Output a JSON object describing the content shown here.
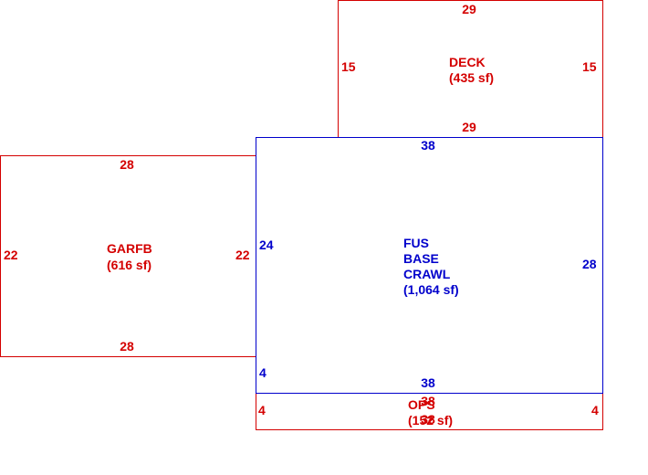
{
  "colors": {
    "exterior": "#d40000",
    "living": "#0000cc"
  },
  "areas": {
    "deck": {
      "name": "DECK",
      "area": "(435 sf)",
      "dims": {
        "top": "29",
        "bottom": "29",
        "left": "15",
        "right": "15"
      }
    },
    "garage": {
      "name": "GARFB",
      "area": "(616 sf)",
      "dims": {
        "top": "28",
        "bottom": "28",
        "left": "22",
        "right": "22"
      }
    },
    "main": {
      "line1": "FUS",
      "line2": "BASE",
      "line3": "CRAWL",
      "area": "(1,064 sf)",
      "dims": {
        "top": "38",
        "bottom": "38",
        "left_upper": "24",
        "left_lower": "4",
        "right": "28"
      }
    },
    "porch": {
      "name": "OPS",
      "area": "(152 sf)",
      "dims": {
        "top": "38",
        "bottom": "38",
        "left": "4",
        "right": "4"
      }
    }
  }
}
